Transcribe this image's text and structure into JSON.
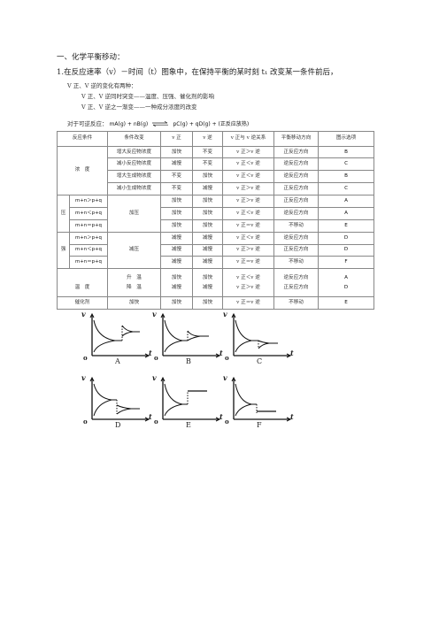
{
  "heading": "一、化学平衡移动：",
  "subheading": "1.在反应速率（v）－时间（t）图象中，在保持平衡的某时刻 t₁ 改变某一条件前后，",
  "notes": [
    "V 正、V 逆的变化有两种：",
    "V 正、V 逆同时突变——温度、压强、催化剂的影响",
    "V 正、V 逆之一渐变——一种成分浓度的改变"
  ],
  "reaction": {
    "prefix": "对于可逆反应：",
    "left": "mA(g) + nB(g)",
    "right": "pC(g) + qD(g) + (正反应放热)"
  },
  "table": {
    "headers": [
      "反应条件",
      "条件改变",
      "v 正",
      "v 逆",
      "v 正与 v 逆关系",
      "平衡移动方向",
      "图示选项"
    ],
    "groups": {
      "concentration": "浓　度",
      "pressure_1": "压",
      "pressure_2": "强",
      "temperature": "温　度",
      "catalyst": "催化剂"
    },
    "concentration_rows": [
      {
        "change": "增大反应物浓度",
        "vz": "加快",
        "vn": "不变",
        "rel": "v 正＞v 逆",
        "dir": "正反应方向",
        "opt": "B"
      },
      {
        "change": "减小反应物浓度",
        "vz": "减慢",
        "vn": "不变",
        "rel": "v 正＜v 逆",
        "dir": "逆反应方向",
        "opt": "C"
      },
      {
        "change": "增大生成物浓度",
        "vz": "不变",
        "vn": "加快",
        "rel": "v 正＜v 逆",
        "dir": "逆反应方向",
        "opt": "B"
      },
      {
        "change": "减小生成物浓度",
        "vz": "不变",
        "vn": "减慢",
        "rel": "v 正＞v 逆",
        "dir": "正反应方向",
        "opt": "C"
      }
    ],
    "pressure_up": {
      "label": "加压",
      "rows": [
        {
          "cond": "m+n＞p+q",
          "vz": "加快",
          "vn": "加快",
          "rel": "v 正＞v 逆",
          "dir": "正反应方向",
          "opt": "A"
        },
        {
          "cond": "m+n＜p+q",
          "vz": "加快",
          "vn": "加快",
          "rel": "v 正＜v 逆",
          "dir": "逆反应方向",
          "opt": "A"
        },
        {
          "cond": "m+n＝p+q",
          "vz": "加快",
          "vn": "加快",
          "rel": "v 正＝v 逆",
          "dir": "不移动",
          "opt": "E"
        }
      ]
    },
    "pressure_down": {
      "label": "减压",
      "rows": [
        {
          "cond": "m+n＞p+q",
          "vz": "减慢",
          "vn": "减慢",
          "rel": "v 正＜v 逆",
          "dir": "逆反应方向",
          "opt": "D"
        },
        {
          "cond": "m+n＜p+q",
          "vz": "减慢",
          "vn": "减慢",
          "rel": "v 正＞v 逆",
          "dir": "正反应方向",
          "opt": "D"
        },
        {
          "cond": "m+n＝p+q",
          "vz": "减慢",
          "vn": "减慢",
          "rel": "v 正＝v 逆",
          "dir": "不移动",
          "opt": "F"
        }
      ]
    },
    "temperature_rows": [
      {
        "change": "升　温",
        "vz": "加快",
        "vn": "加快",
        "rel": "v 正＜v 逆",
        "dir": "逆反应方向",
        "opt": "A"
      },
      {
        "change": "降　温",
        "vz": "减慢",
        "vn": "减慢",
        "rel": "v 正＞v 逆",
        "dir": "正反应方向",
        "opt": "D"
      }
    ],
    "catalyst_row": {
      "change": "加快",
      "vz": "加快",
      "vn": "加快",
      "rel": "v 正＝v 逆",
      "dir": "不移动",
      "opt": "E"
    }
  },
  "graphs": {
    "axis_v": "v",
    "axis_t": "t",
    "origin": "o",
    "labels": [
      "A",
      "B",
      "C",
      "D",
      "E",
      "F"
    ]
  }
}
